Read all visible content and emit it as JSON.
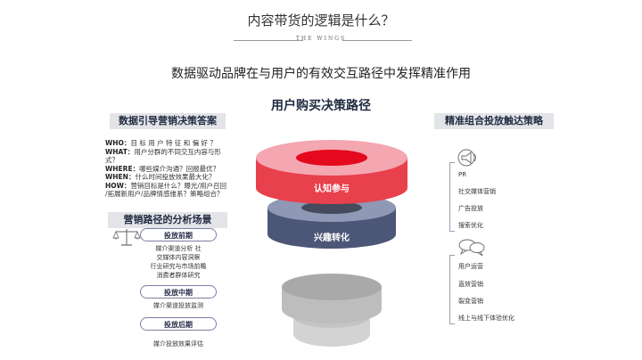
{
  "header": {
    "title": "内容带货的逻辑是什么？",
    "brand": "THE WINGS",
    "subtitle": "数据驱动品牌在与用户的有效交互路径中发挥精准作用"
  },
  "funnel": {
    "title": "用户购买决策路径",
    "stage1_label": "认知参与",
    "stage2_label": "兴趣转化",
    "colors": {
      "red": "#e8404c",
      "navy": "#4c5677",
      "gray": "#b6b6b6"
    }
  },
  "left": {
    "heading": "数据引导营销决策答案",
    "questions": [
      {
        "key": "WHO：",
        "text": "目 标 用 户 特 征 和 偏 好 ？"
      },
      {
        "key": "WHAT：",
        "text": "用户分群的不同交互内容与形"
      },
      {
        "key": "",
        "text": "式？"
      },
      {
        "key": "WHERE：",
        "text": "哪些媒介沟通？回报最优？"
      },
      {
        "key": "WHEN：",
        "text": "什么时间投放效果最大化？"
      },
      {
        "key": "HOW：",
        "text": "营销目标是什么？曝光/用户召回"
      },
      {
        "key": "",
        "text": "/拓展新用户/品牌情感维系？策略组合？"
      }
    ],
    "scene_heading": "营销路径的分析场景",
    "stages": [
      {
        "label": "投放前期",
        "details": [
          "媒介渠道分析 社",
          "交媒体内容洞察",
          "行业研究与市场前瞻",
          "消费者群体研究"
        ]
      },
      {
        "label": "投放中期",
        "details": [
          "媒介渠道投放监测"
        ]
      },
      {
        "label": "投放后期",
        "details": [
          "媒介投放效果评估"
        ]
      }
    ]
  },
  "right": {
    "heading": "精准组合投放触达策略",
    "group1": {
      "icon": "pr-megaphone-icon",
      "items": [
        "PR",
        "社交媒体营销",
        "广告投放",
        "搜索优化"
      ]
    },
    "group2": {
      "icon": "chat-bubbles-icon",
      "items": [
        "用户运营",
        "直效营销",
        "裂变营销",
        "线上与线下体验优化"
      ]
    }
  }
}
